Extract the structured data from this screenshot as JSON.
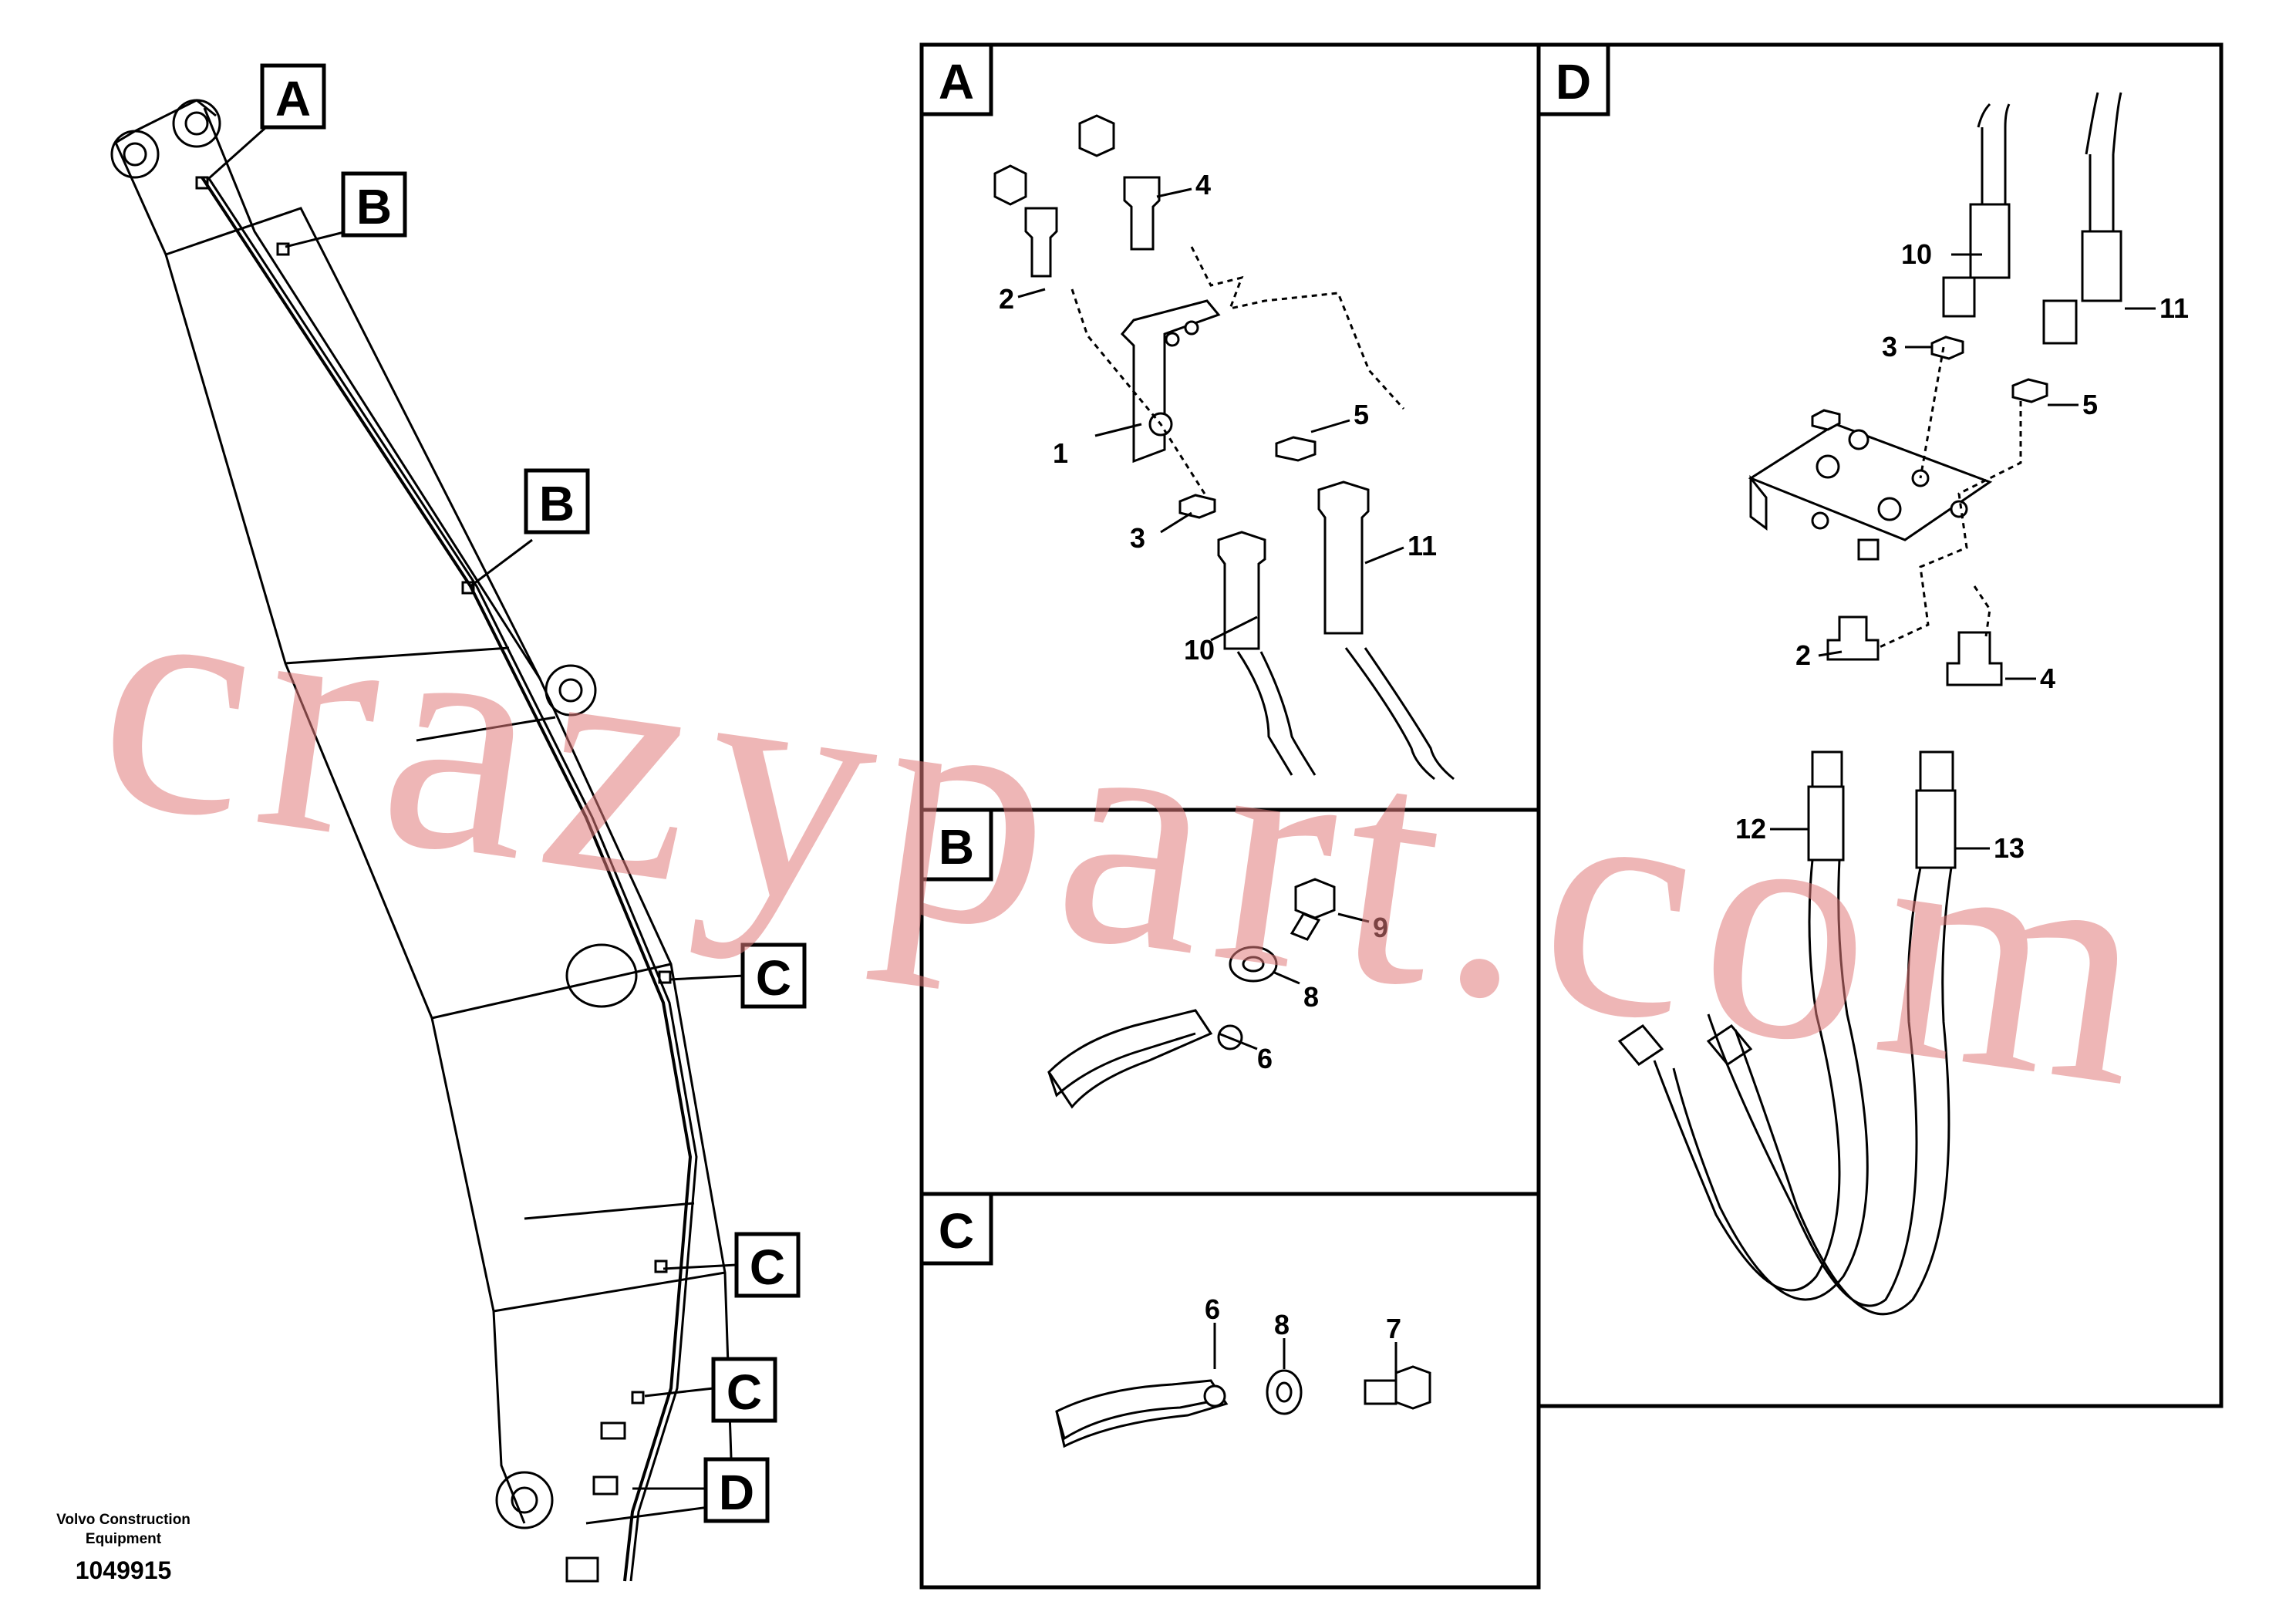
{
  "panels": {
    "A": {
      "title": "A",
      "callouts": [
        "1",
        "2",
        "3",
        "4",
        "5",
        "10",
        "11"
      ]
    },
    "B": {
      "title": "B",
      "callouts": [
        "6",
        "8",
        "9"
      ]
    },
    "C": {
      "title": "C",
      "callouts": [
        "6",
        "8",
        "7"
      ]
    },
    "D": {
      "title": "D",
      "callouts": [
        "10",
        "11",
        "3",
        "5",
        "2",
        "4",
        "12",
        "13"
      ]
    }
  },
  "overview_tags": [
    "A",
    "B",
    "B",
    "C",
    "C",
    "C",
    "D"
  ],
  "credit": {
    "line1": "Volvo Construction",
    "line2": "Equipment",
    "drawing_number": "1049915"
  },
  "watermark": "crazypart.com",
  "colors": {
    "line": "#000000",
    "watermark": "#e07a7a",
    "background": "#ffffff"
  }
}
